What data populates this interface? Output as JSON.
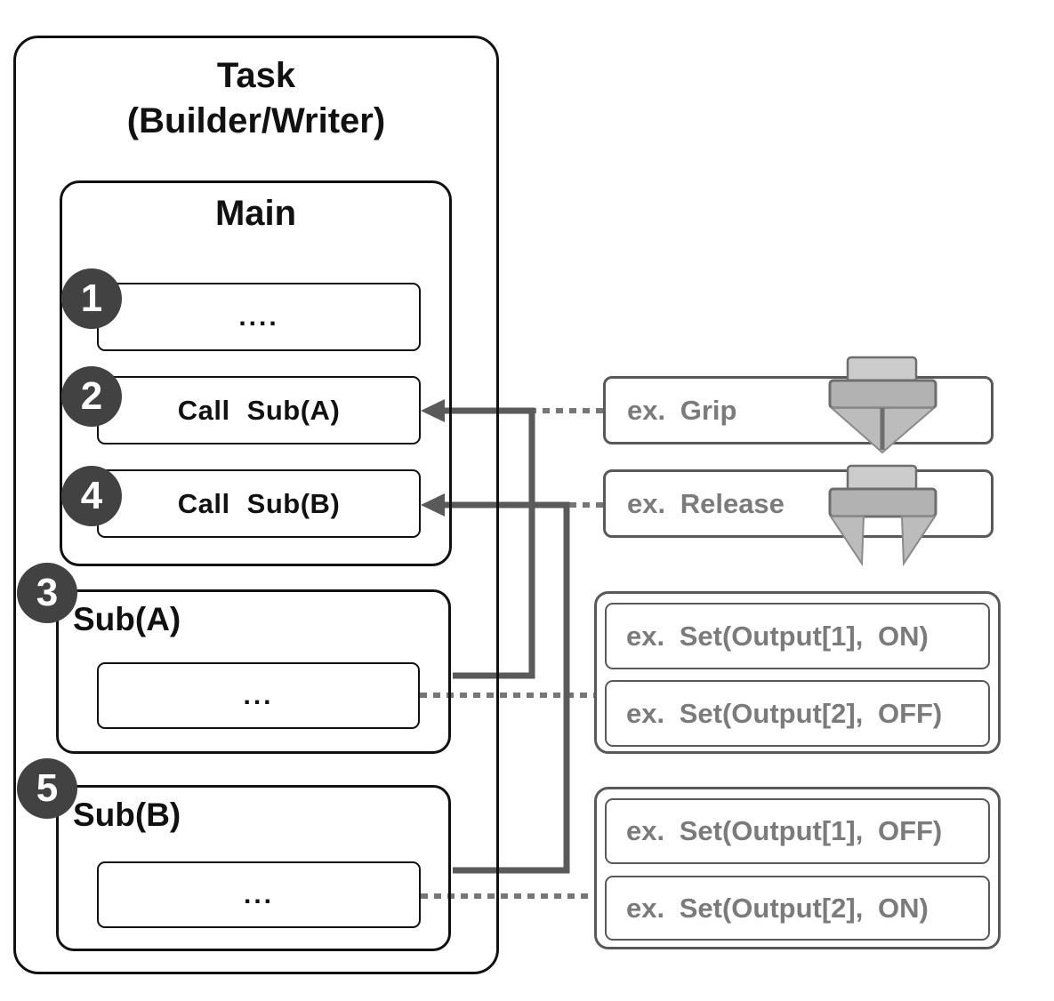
{
  "task": {
    "title_line1": "Task",
    "title_line2": "(Builder/Writer)",
    "main": {
      "title": "Main",
      "steps": [
        {
          "badge": "1",
          "label": "...."
        },
        {
          "badge": "2",
          "label": "Call Sub(A)"
        },
        {
          "badge": "4",
          "label": "Call Sub(B)"
        }
      ]
    },
    "subroutines": [
      {
        "badge": "3",
        "title": "Sub(A)",
        "body": "..."
      },
      {
        "badge": "5",
        "title": "Sub(B)",
        "body": "..."
      }
    ]
  },
  "annotations": {
    "grip": {
      "label": "ex. Grip",
      "icon": "gripper-closed-icon"
    },
    "release": {
      "label": "ex. Release",
      "icon": "gripper-open-icon"
    },
    "groupA": {
      "items": [
        "ex. Set(Output[1], ON)",
        "ex. Set(Output[2], OFF)"
      ]
    },
    "groupB": {
      "items": [
        "ex. Set(Output[1], OFF)",
        "ex. Set(Output[2], ON)"
      ]
    }
  },
  "colors": {
    "structure_border": "#111111",
    "annotation_border": "#595959",
    "annotation_text": "#7b7b7b",
    "badge_background": "#424242",
    "connector_solid": "#5a5a5a",
    "connector_dotted": "#767676",
    "icon_light_gray": "#cccccc",
    "icon_mid_gray": "#b2b2b2"
  }
}
